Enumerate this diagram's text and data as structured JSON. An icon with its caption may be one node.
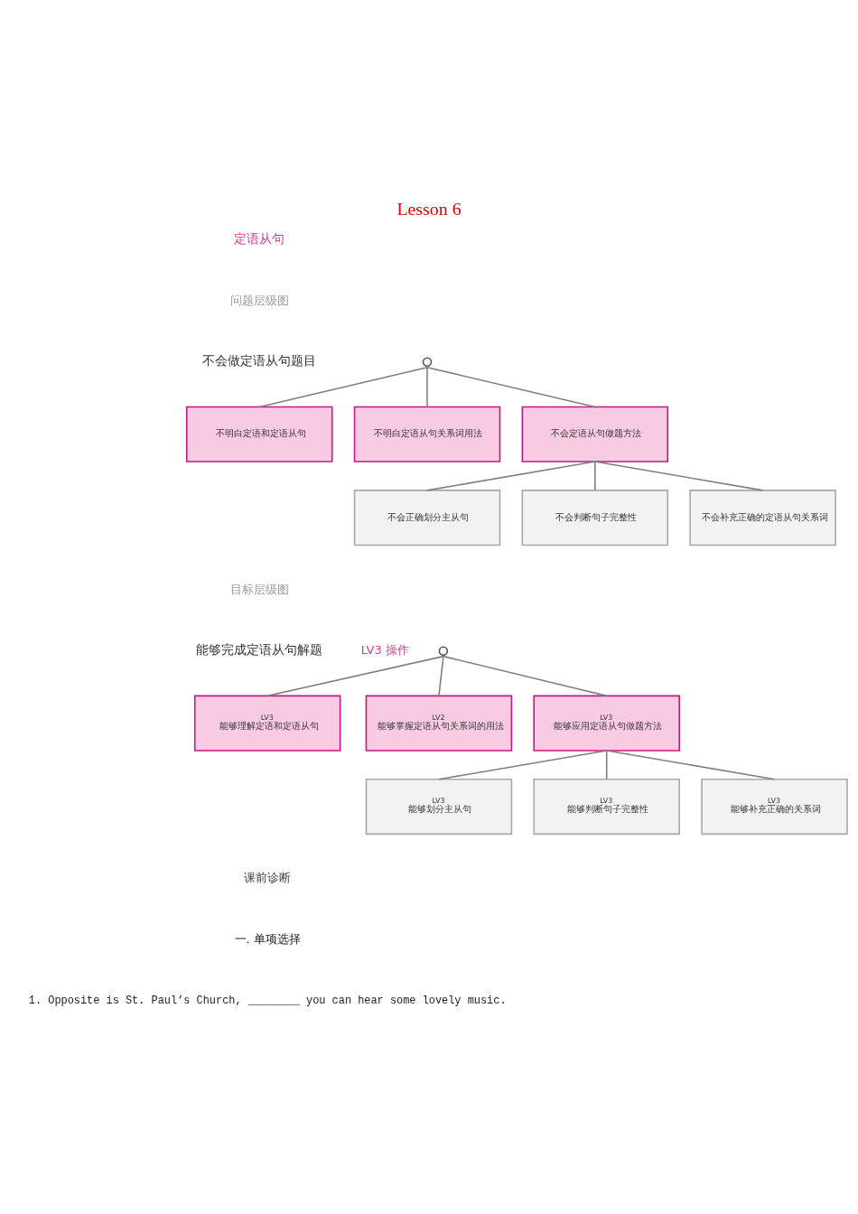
{
  "diagram": {
    "title": "Lesson 6",
    "nodes": [
      {
        "text": [],
        "shape": "circle"
      },
      {
        "text": [
          "不明白定语和定语从句"
        ]
      },
      {
        "text": [
          "不明白定语从句关系词用法"
        ]
      },
      {
        "text": [
          "不会定语从句做题方法"
        ]
      },
      {
        "text": [
          "不会正确划分主从句"
        ]
      },
      {
        "text": [
          "不会判断句子完整性"
        ]
      },
      {
        "text": [
          "不会补充正确的定语从句关系词"
        ]
      },
      {
        "text": [],
        "shape": "circle"
      },
      {
        "text": [
          "LV3",
          "能够理解定语和定语从句"
        ]
      },
      {
        "text": [
          "LV2",
          "能够掌握定语从句关系词的用法"
        ]
      },
      {
        "text": [
          "LV3",
          "能够应用定语从句做题方法"
        ]
      },
      {
        "text": [
          "LV3",
          "能够划分主从句"
        ]
      },
      {
        "text": [
          "LV3",
          "能够判断句子完整性"
        ]
      },
      {
        "text": [
          "LV3",
          "能够补充正确的关系词"
        ]
      }
    ],
    "edges": [
      {
        "from": 0,
        "to": 1,
        "arrow": "none"
      },
      {
        "from": 0,
        "to": 2,
        "arrow": "none"
      },
      {
        "from": 0,
        "to": 3,
        "arrow": "none"
      },
      {
        "from": 3,
        "to": 4,
        "arrow": "none"
      },
      {
        "from": 3,
        "to": 5,
        "arrow": "none"
      },
      {
        "from": 3,
        "to": 6,
        "arrow": "none"
      },
      {
        "from": 7,
        "to": 8,
        "arrow": "none"
      },
      {
        "from": 7,
        "to": 9,
        "arrow": "none"
      },
      {
        "from": 7,
        "to": 10,
        "arrow": "none"
      },
      {
        "from": 10,
        "to": 11,
        "arrow": "none"
      },
      {
        "from": 10,
        "to": 12,
        "arrow": "none"
      },
      {
        "from": 10,
        "to": 13,
        "arrow": "none"
      }
    ],
    "labels": [
      "定语从句",
      "问题层级图",
      "不会做定语从句题目",
      "目标层级图",
      "能够完成定语从句解题",
      "LV3 操作",
      "课前诊断",
      "一. 单项选择",
      "1. Opposite is St. Paul’s Church, ________ you can hear some lovely music."
    ]
  }
}
